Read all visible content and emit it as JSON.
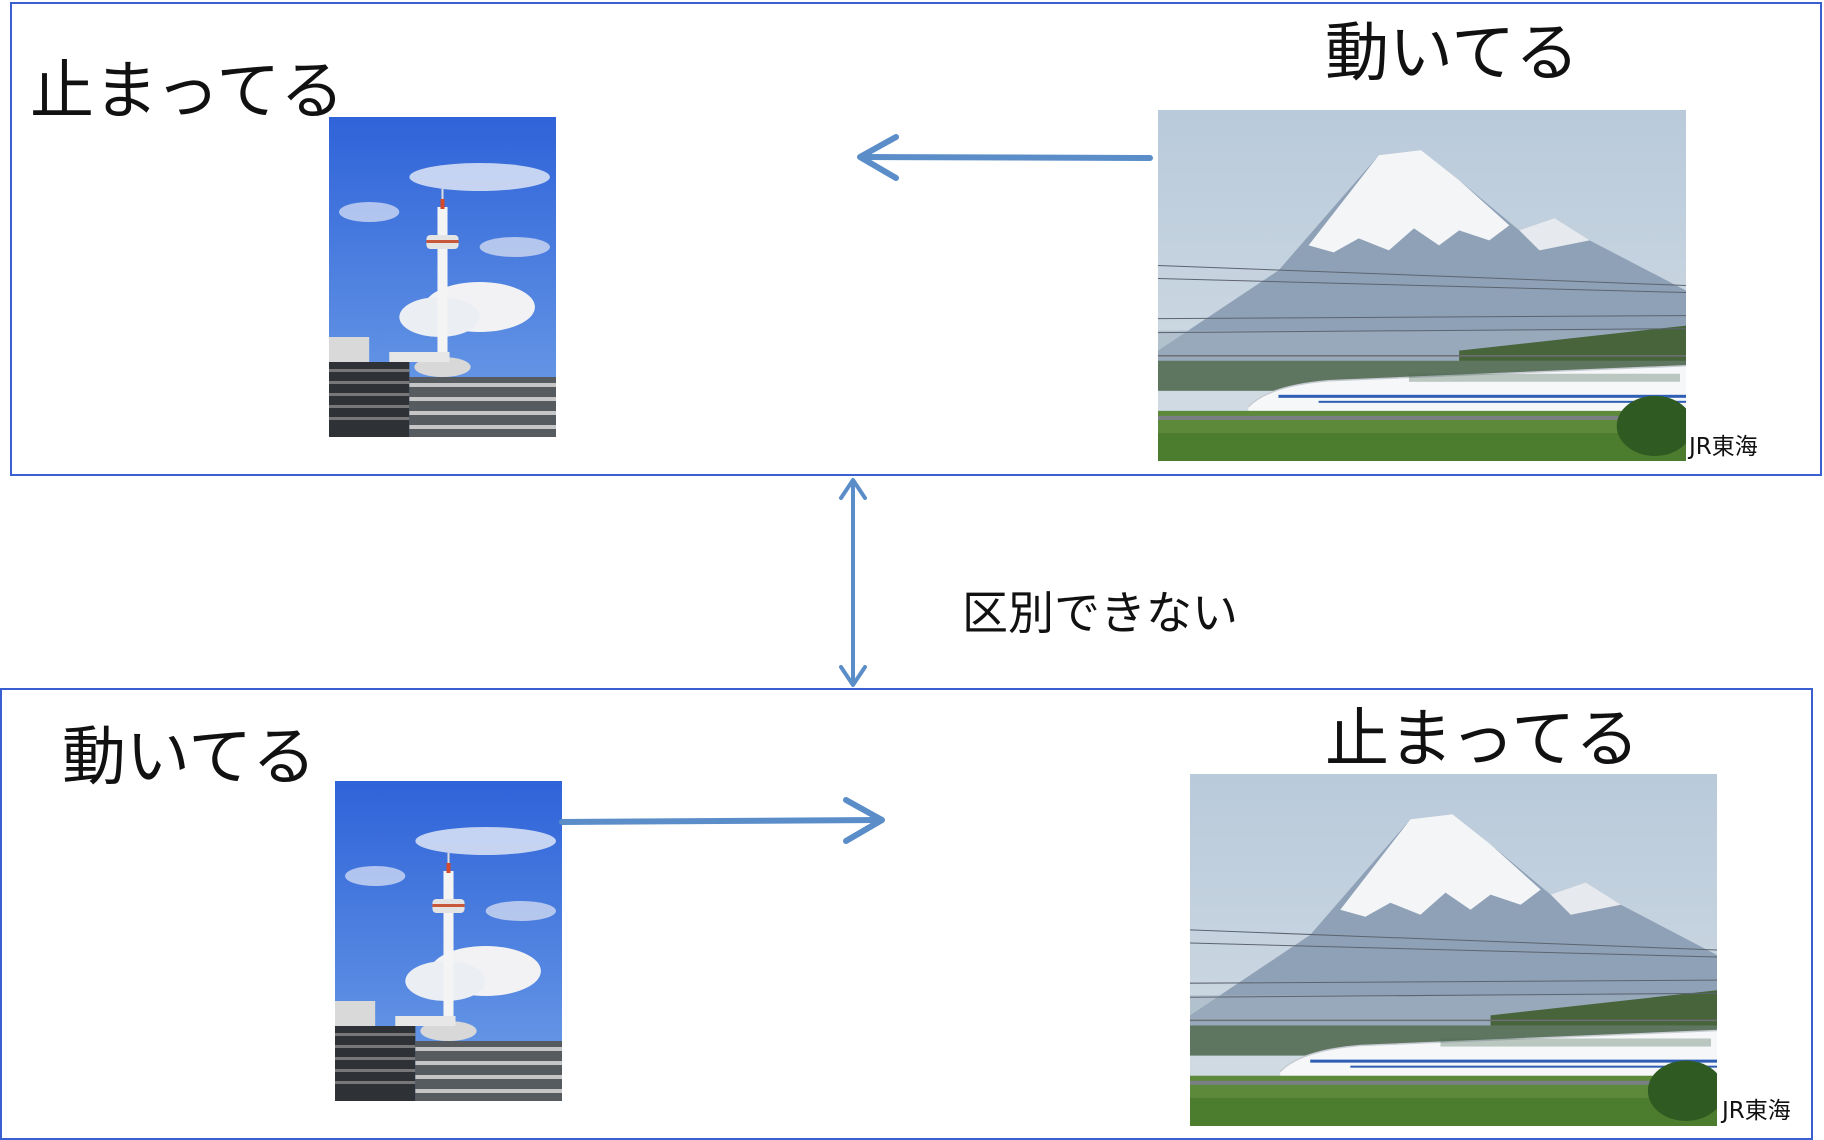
{
  "top_panel": {
    "left_label": "止まってる",
    "right_label": "動いてる",
    "right_photo_credit": "JR東海"
  },
  "bottom_panel": {
    "left_label": "動いてる",
    "right_label": "止まってる",
    "right_photo_credit": "JR東海"
  },
  "middle": {
    "caption": "区別できない"
  },
  "icons": {
    "tower_photo": "kyoto-tower-photo",
    "train_photo": "shinkansen-mount-fuji-photo",
    "arrow_left": "arrow-left-icon",
    "arrow_right": "arrow-right-icon",
    "arrow_vertical": "double-headed-arrow-icon"
  },
  "colors": {
    "panel_border": "#3a5fd0",
    "arrow": "#5b8ec9"
  }
}
